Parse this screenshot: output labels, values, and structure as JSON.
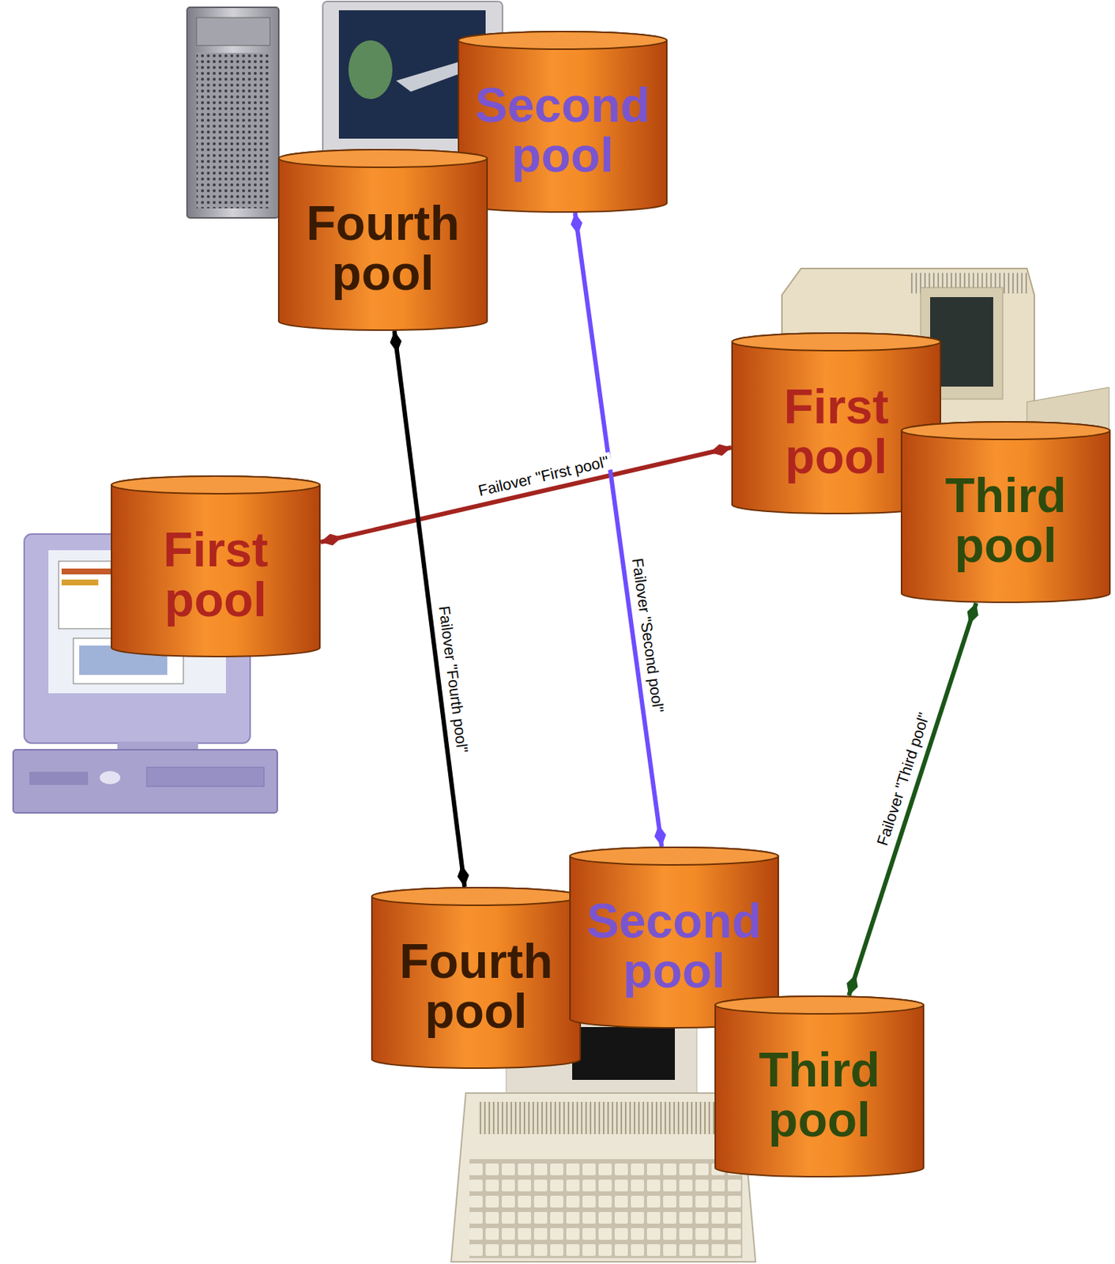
{
  "diagram": {
    "nodes": [
      {
        "text": [
          "Second pool"
        ]
      },
      {
        "text": [
          "Fourth pool"
        ]
      },
      {
        "text": [
          "First pool"
        ]
      },
      {
        "text": [
          "Third pool"
        ]
      },
      {
        "text": [
          "First pool"
        ]
      },
      {
        "text": [
          "Fourth pool"
        ]
      },
      {
        "text": [
          "Second pool"
        ]
      },
      {
        "text": [
          "Third pool"
        ]
      }
    ],
    "edges": [
      {
        "from": 4,
        "to": 2,
        "arrow": "both",
        "label": "Failover \"First pool\""
      },
      {
        "from": 1,
        "to": 5,
        "arrow": "both",
        "label": "Failover \"Fourth pool\""
      },
      {
        "from": 0,
        "to": 6,
        "arrow": "both",
        "label": "Failover \"Second pool\""
      },
      {
        "from": 3,
        "to": 7,
        "arrow": "both",
        "label": "Failover \"Third pool\""
      }
    ]
  }
}
